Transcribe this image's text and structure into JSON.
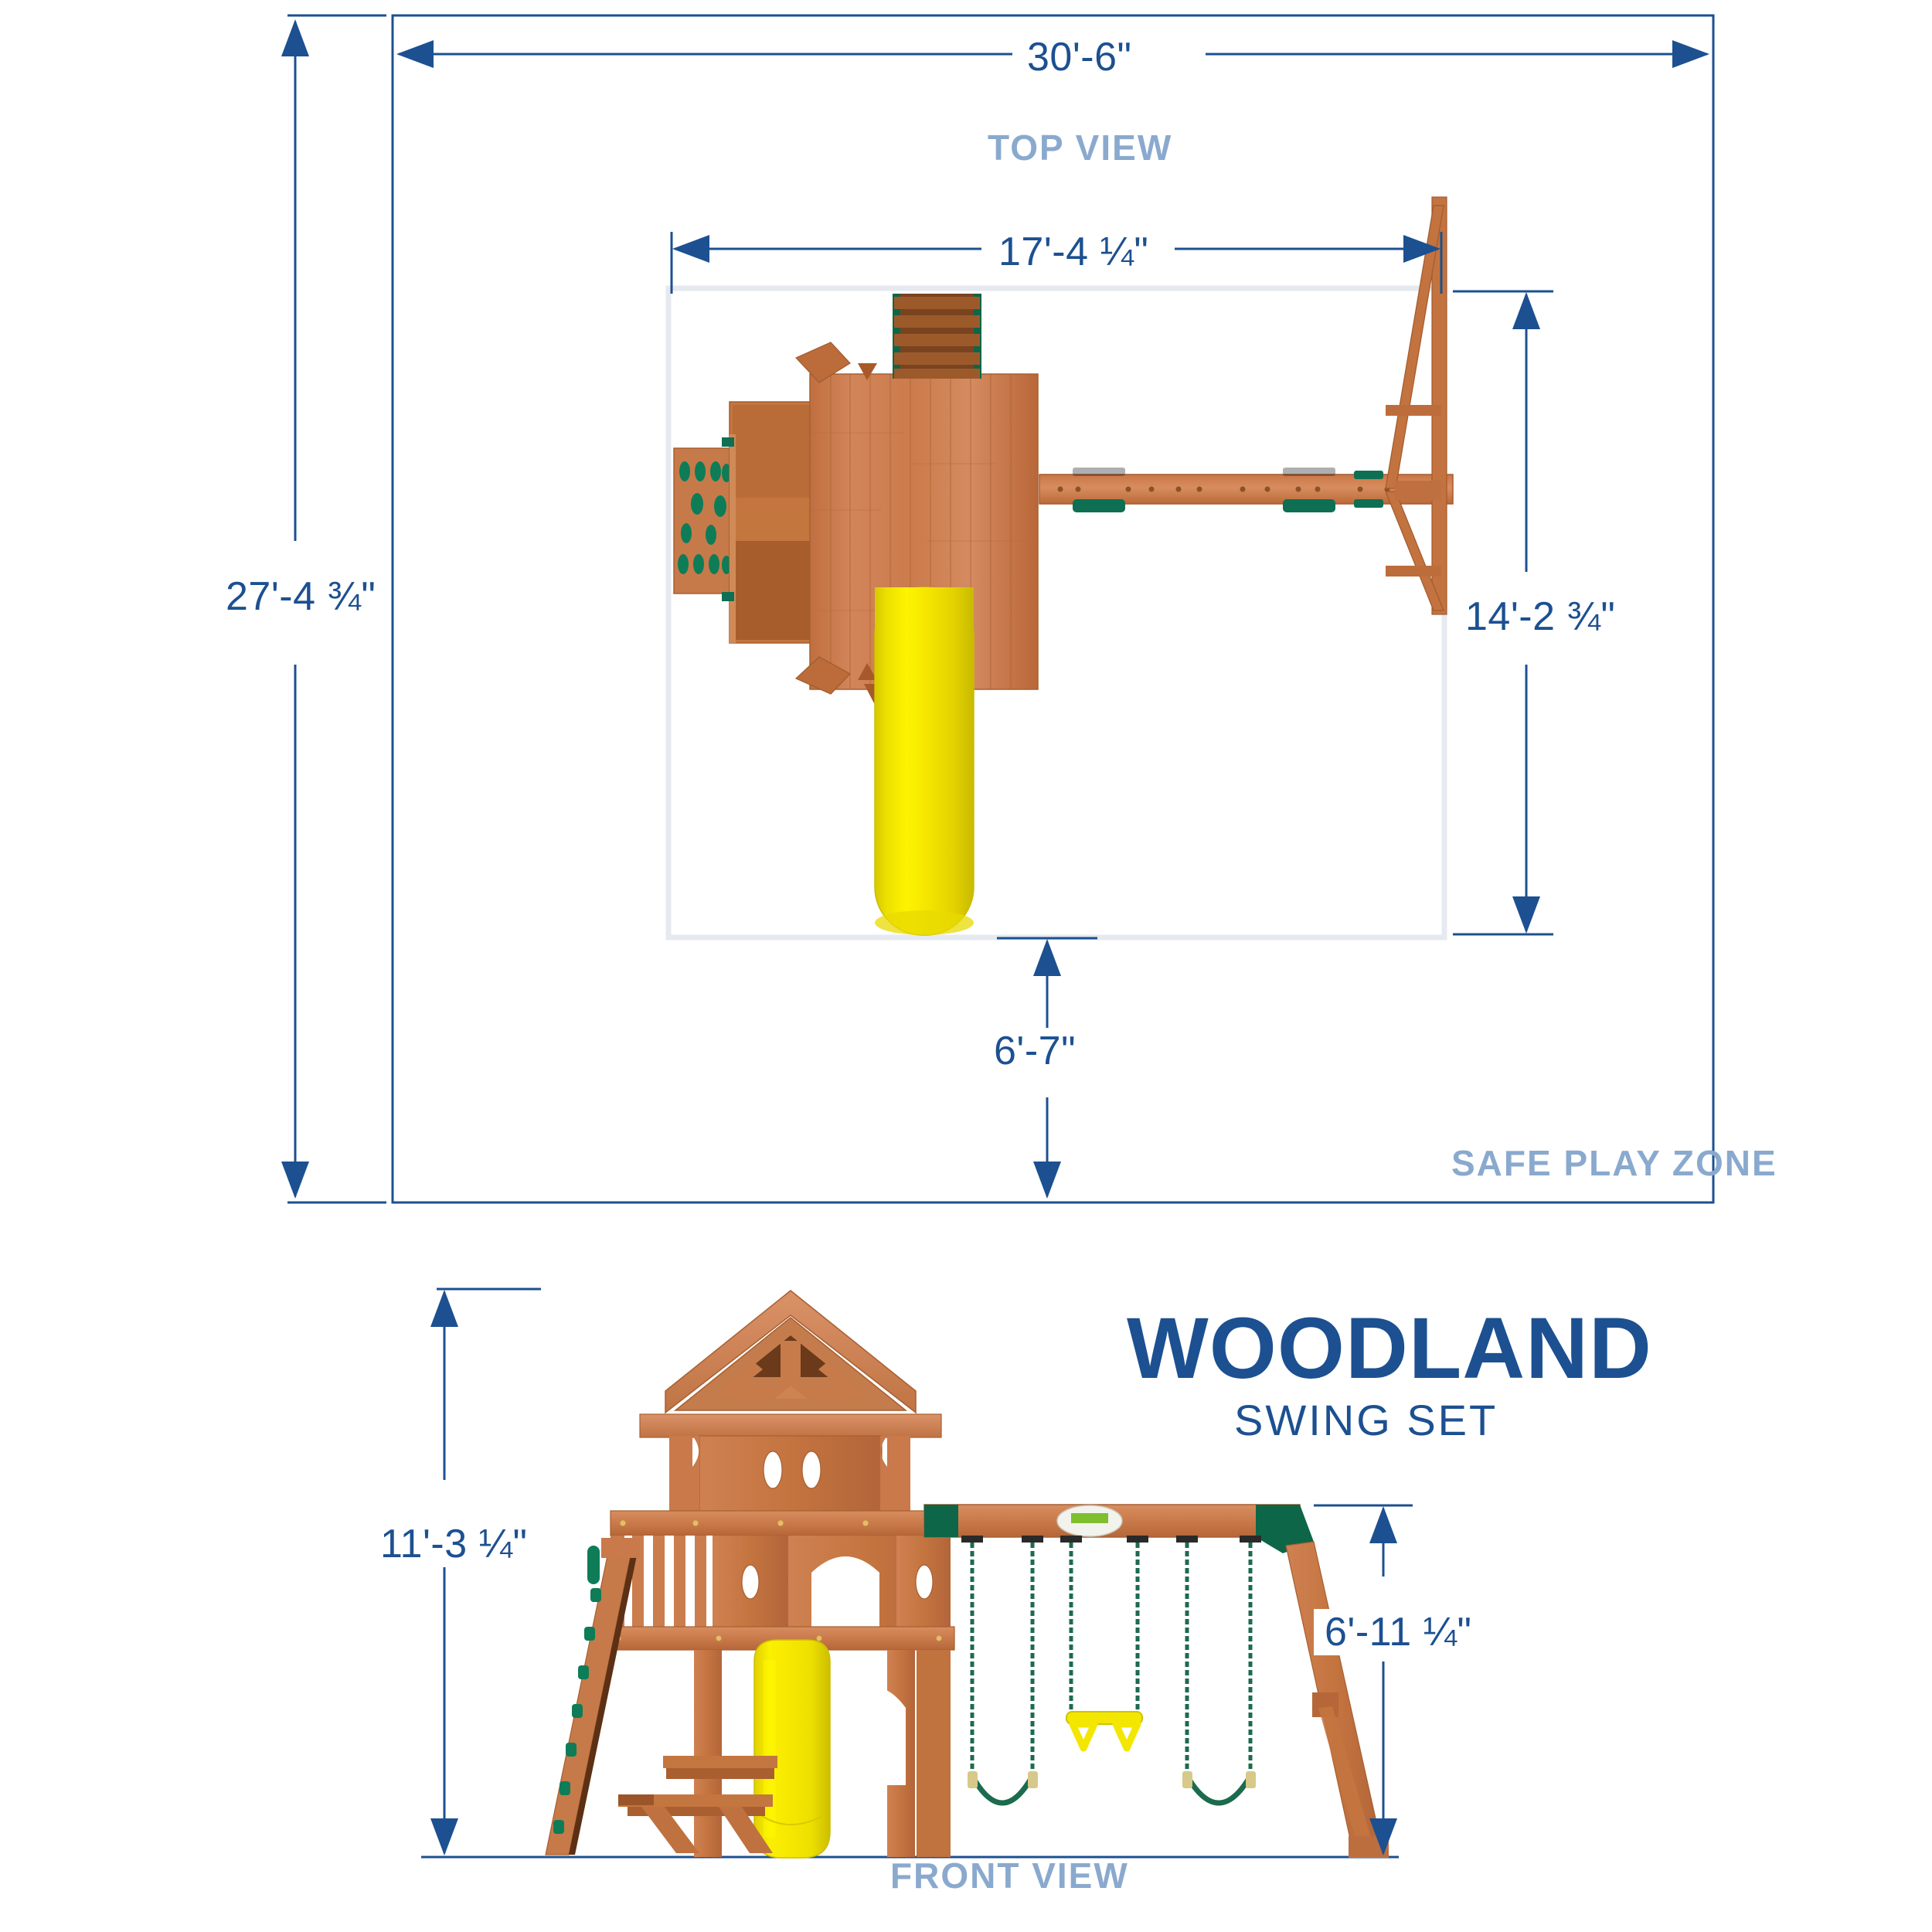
{
  "product": {
    "name": "WOODLAND",
    "subtitle": "SWING SET"
  },
  "views": {
    "top": {
      "label": "TOP VIEW",
      "safe_zone_label": "SAFE PLAY ZONE",
      "dimensions": {
        "overall_width": "30'-6\"",
        "overall_depth": "27'-4 ¾\"",
        "structure_width": "17'-4 ¼\"",
        "structure_depth": "14'-2 ¾\"",
        "slide_clearance": "6'-7\""
      }
    },
    "front": {
      "label": "FRONT VIEW",
      "dimensions": {
        "overall_height": "11'-3 ¼\"",
        "beam_height": "6'-11 ¼\""
      }
    }
  },
  "colors": {
    "dimension_line": "#1c5091",
    "view_label": "#8aa9ce",
    "brand": "#1c5091",
    "wood_light": "#d4885c",
    "wood_mid": "#c4713f",
    "wood_dark": "#a85a30",
    "wood_deep": "#8f4722",
    "slide_yellow": "#f5e600",
    "accent_green": "#0d6b4f",
    "safe_zone_border": "#e6e9ef"
  }
}
